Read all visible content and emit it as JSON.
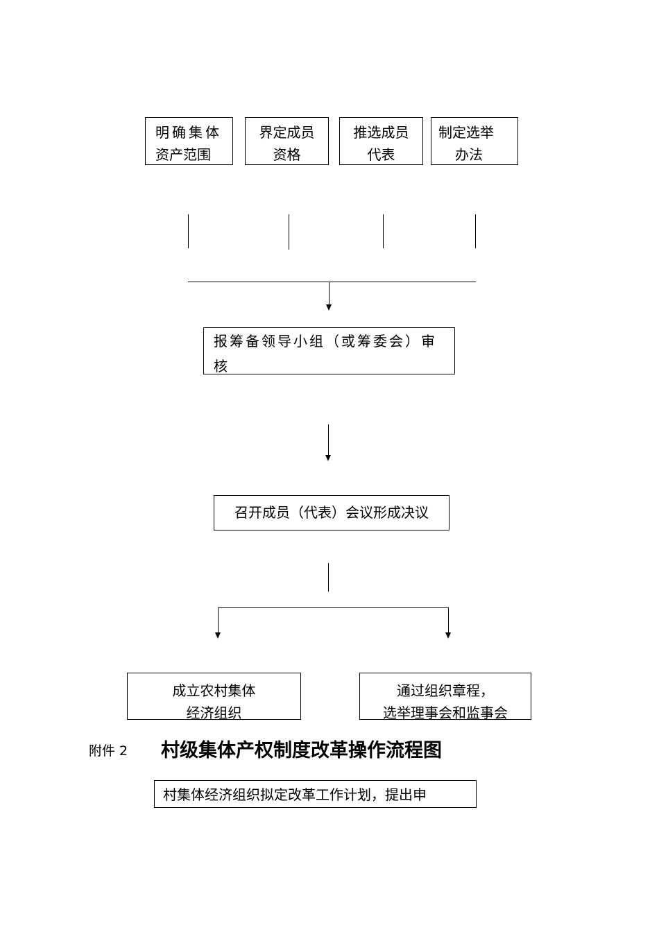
{
  "top_boxes": [
    {
      "line1": "明确集体",
      "line2": "资产范围"
    },
    {
      "line1": "界定成员",
      "line2": "资格"
    },
    {
      "line1": "推选成员",
      "line2": "代表"
    },
    {
      "line1": "制定选举",
      "line2": "办法"
    }
  ],
  "review_box": {
    "line1": "报筹备领导小组（或筹委会）审",
    "line2": "核"
  },
  "meeting_box": {
    "text": "召开成员（代表）会议形成决议"
  },
  "bottom_boxes": [
    {
      "line1": "成立农村集体",
      "line2": "经济组织"
    },
    {
      "line1": "通过组织章程，",
      "line2": "选举理事会和监事会"
    }
  ],
  "annex_label": "附件 2",
  "title": "村级集体产权制度改革操作流程图",
  "plan_box": {
    "text": "村集体经济组织拟定改革工作计划，提出申"
  }
}
